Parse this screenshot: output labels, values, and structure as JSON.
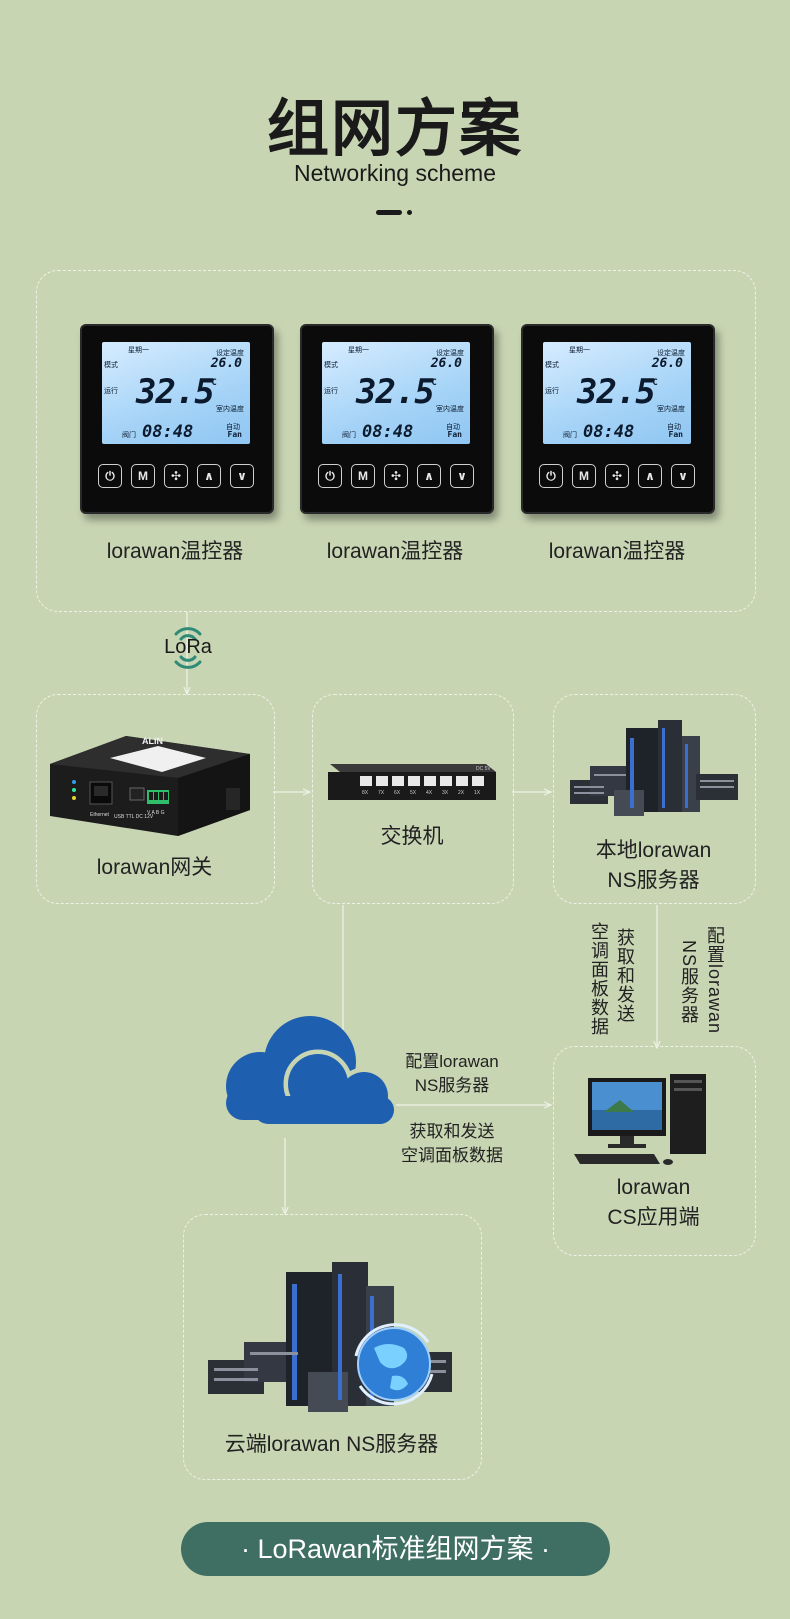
{
  "header": {
    "title": "组网方案",
    "subtitle": "Networking scheme"
  },
  "thermostats": [
    {
      "label": "lorawan温控器"
    },
    {
      "label": "lorawan温控器"
    },
    {
      "label": "lorawan温控器"
    }
  ],
  "thermostat_screen": {
    "weekday": "星期一",
    "mode": "模式",
    "run": "运行",
    "set_label": "设定温度",
    "set_temp": "26.0",
    "room_label": "室内温度",
    "temperature": "32.5",
    "unit": "°C",
    "time": "08:48",
    "fan": "Fan",
    "valve": "阀门",
    "auto": "自动"
  },
  "thermostat_buttons": [
    "⏻",
    "M",
    "✣",
    "∧",
    "∨"
  ],
  "lora": {
    "label": "LoRa"
  },
  "gateway": {
    "label": "lorawan网关",
    "brand": "ALIN",
    "port_labels": "USB TTL  DC 12V",
    "pins": "V  A  B  G",
    "rj45": "Ethernet"
  },
  "switch": {
    "label": "交换机",
    "ports": [
      "8X",
      "7X",
      "6X",
      "5X",
      "4X",
      "3X",
      "2X",
      "1X"
    ],
    "dc": "DC 5V"
  },
  "local_ns": {
    "label_line1": "本地lorawan",
    "label_line2": "NS服务器"
  },
  "vertical_labels": {
    "left_line1": "获取和发送",
    "left_line2": "空调面板数据",
    "right_line1": "配置lorawan",
    "right_line2": "NS服务器"
  },
  "cloud_labels": {
    "config_line1": "配置lorawan",
    "config_line2": "NS服务器",
    "data_line1": "获取和发送",
    "data_line2": "空调面板数据"
  },
  "cs_app": {
    "label_line1": "lorawan",
    "label_line2": "CS应用端"
  },
  "cloud_ns": {
    "label": "云端lorawan NS服务器"
  },
  "footer": {
    "text": "· LoRawan标准组网方案 ·"
  },
  "colors": {
    "background": "#c8d5b3",
    "pill": "#3f6f62",
    "cloud": "#1f5fb0",
    "lcd": "#a5d3f7",
    "dashed_border": "#eef2e6"
  }
}
